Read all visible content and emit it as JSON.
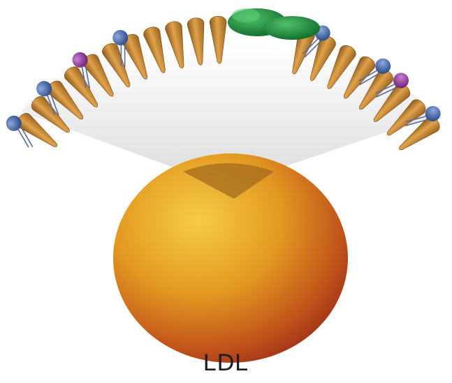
{
  "figure": {
    "label": "LDL",
    "colors": {
      "core_light": "#f3c23c",
      "core_mid": "#d8861c",
      "core_dark": "#a8361c",
      "phospholipid_tail": "#c88732",
      "phospholipid_head_blue": "#3e5fa2",
      "phospholipid_head_purple": "#8a3b96",
      "apolipoprotein": "#1f8a3c",
      "projection_cone": "#e6e6e6"
    },
    "icons": {
      "core": "lipid-core-sphere",
      "shell": "phospholipid-monolayer",
      "protein": "apolipoprotein-b100"
    }
  }
}
